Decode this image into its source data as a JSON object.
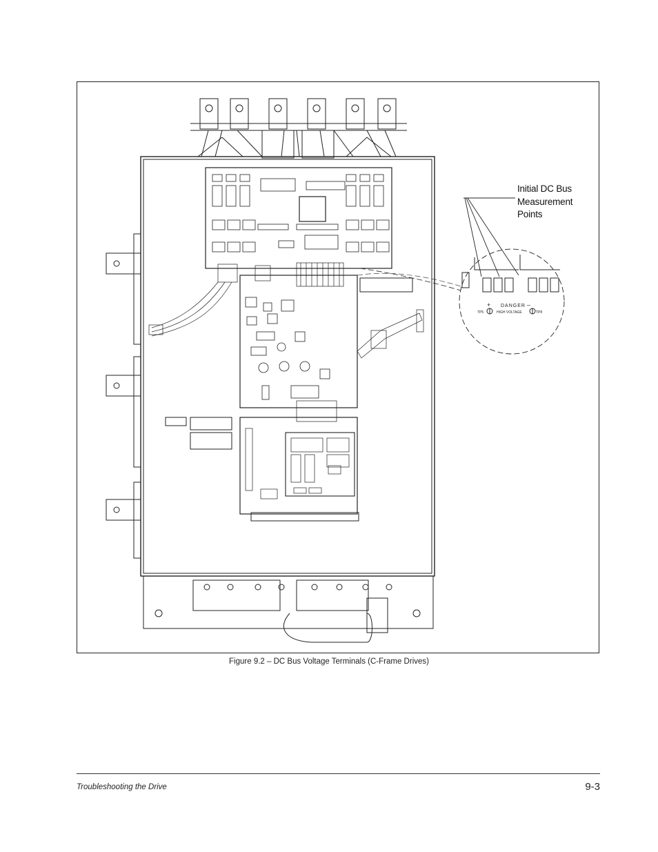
{
  "figure": {
    "callout_lines": [
      "Initial DC Bus",
      "Measurement",
      "Points"
    ],
    "caption": "Figure 9.2 – DC Bus Voltage Terminals (C-Frame Drives)",
    "inset": {
      "plus": "+",
      "minus": "–",
      "danger": "DANGER",
      "high_voltage": "HIGH VOLTAGE",
      "tp_left": "TP5",
      "tp_right": "TP8"
    }
  },
  "footer": {
    "section_title": "Troubleshooting the Drive",
    "page_number": "9-3"
  }
}
